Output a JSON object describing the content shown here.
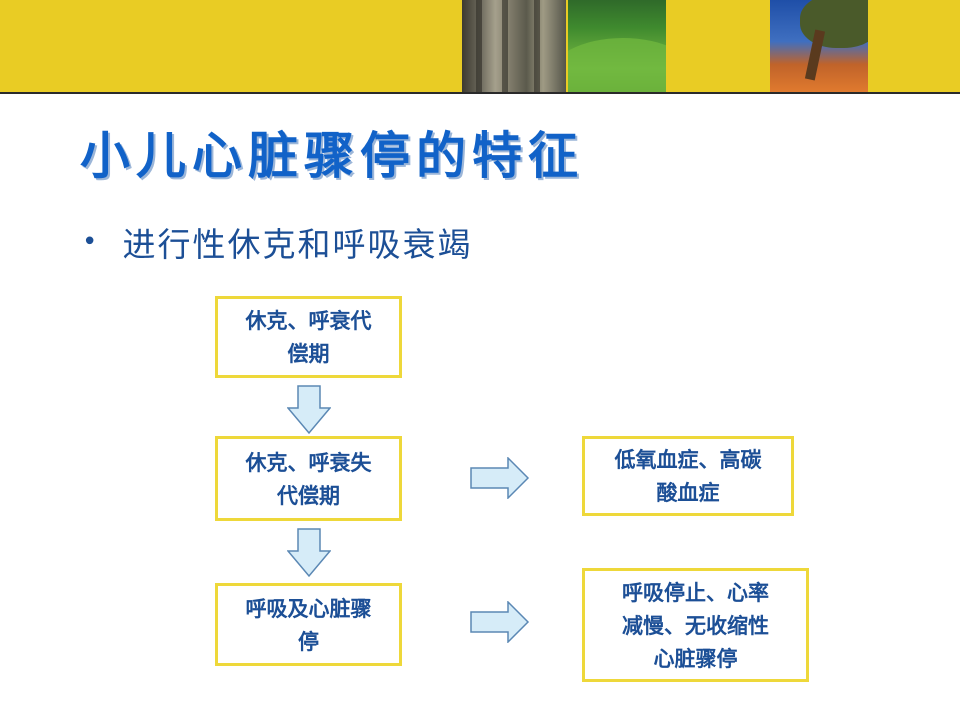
{
  "slide": {
    "title": "小儿心脏骤停的特征",
    "bullet": "进行性休克和呼吸衰竭",
    "bullet_icon": "bullet-dot"
  },
  "flow": {
    "box1": {
      "line1": "休克、呼衰代",
      "line2": "偿期"
    },
    "box2": {
      "line1": "休克、呼衰失",
      "line2": "代偿期"
    },
    "box3": {
      "line1": "呼吸及心脏骤",
      "line2": "停"
    },
    "side1": {
      "line1": "低氧血症、高碳",
      "line2": "酸血症"
    },
    "side2": {
      "line1": "呼吸停止、心率",
      "line2": "减慢、无收缩性",
      "line3": "心脏骤停"
    }
  },
  "colors": {
    "header": "#e9cc24",
    "title": "#1162c8",
    "text": "#1c4f96",
    "box_border": "#eed83a",
    "arrow_fill": "#d6ecf8",
    "arrow_stroke": "#5b88b4"
  },
  "icons": [
    "down-arrow-icon",
    "right-arrow-icon"
  ]
}
